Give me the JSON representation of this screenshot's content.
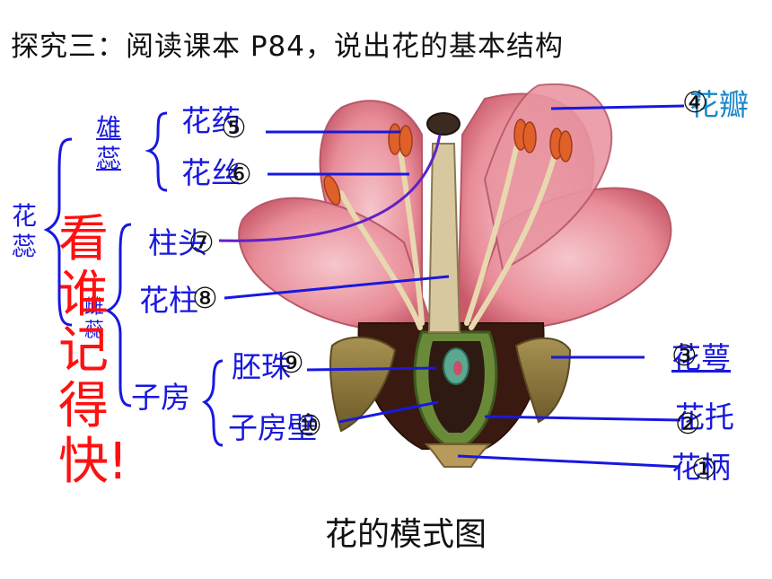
{
  "title": "探究三：阅读课本 P84，说出花的基本结构",
  "caption": "花的模式图",
  "groups": {
    "stamen": "雄蕊",
    "pistil_whole": "花蕊",
    "pistil": "雌蕊"
  },
  "labels": {
    "anther": "花药",
    "filament": "花丝",
    "stigma": "柱头",
    "style": "花柱",
    "ovary": "子房",
    "ovule": "胚珠",
    "ovary_wall": "子房壁",
    "petal": "花瓣",
    "sepal": "花萼",
    "receptacle": "花托",
    "pedicel": "花柄"
  },
  "numbers": {
    "pedicel": "①",
    "receptacle": "②",
    "sepal": "③",
    "petal": "④",
    "anther": "⑤",
    "filament": "⑥",
    "stigma": "⑦",
    "style": "⑧",
    "ovule": "⑨",
    "ovary_wall": "⑩"
  },
  "slogan": [
    "看",
    "谁",
    "记",
    "得",
    "快",
    "!"
  ],
  "colors": {
    "label_blue": "#1818e0",
    "slogan_red": "#ff1010",
    "petal_pink": "#e8909a",
    "sepal_olive": "#8a7a40",
    "stamen_orange": "#e0602a"
  }
}
